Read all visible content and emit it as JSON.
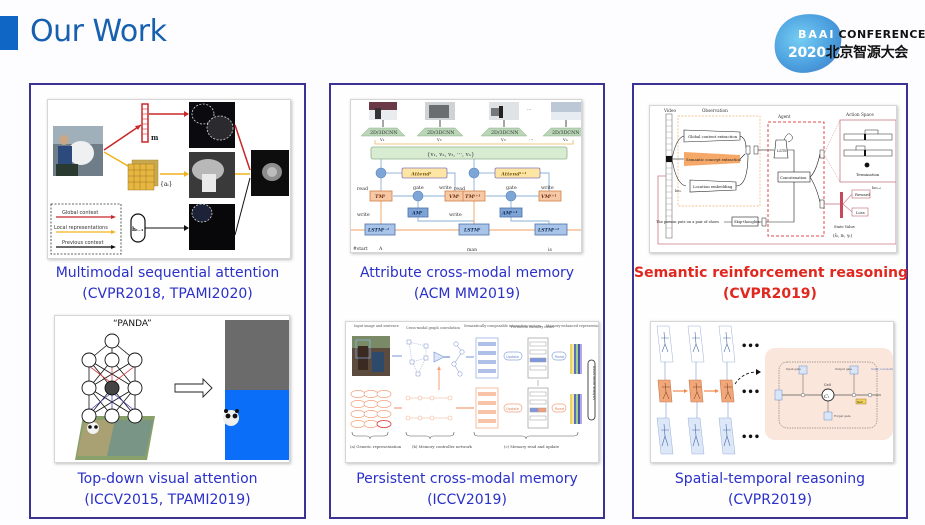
{
  "header": {
    "title": "Our Work",
    "accent_color": "#0f66c4"
  },
  "logo": {
    "brand": "BAAI",
    "conference": "CONFERENCE",
    "year": "2020",
    "chinese_name": "北京智源大会"
  },
  "works": [
    {
      "title": "Multimodal sequential attention",
      "venue": "(CVPR2018, TPAMI2020)",
      "highlighted": false,
      "figure": {
        "symbols": {
          "m": "m",
          "a": "{aᵢ}",
          "h": "hₜ₋₁"
        },
        "legend": [
          "Global context",
          "Local representations",
          "Previous context"
        ]
      }
    },
    {
      "title": "Top-down visual attention",
      "venue": "(ICCV2015, TPAMI2019)",
      "highlighted": false,
      "figure": {
        "label": "“PANDA”"
      }
    },
    {
      "title": "Attribute cross-modal memory",
      "venue": "(ACM MM2019)",
      "highlighted": false,
      "figure": {
        "cnn_label": "2D/3DCNN",
        "features": [
          "v₁",
          "v₂",
          "v₃",
          "vₙ"
        ],
        "feature_set": "{v₁,  v₂,  v₃,   ···,   vₙ}",
        "ellipsis": "···",
        "attend": [
          "Attendᵗ",
          "Attendᵗ⁺¹"
        ],
        "tm": [
          "TMᵗ",
          "TMᵗ⁺¹"
        ],
        "vm": [
          "VMᵗ",
          "VMᵗ⁺¹"
        ],
        "am": [
          "AMᵗ",
          "AMᵗ⁺¹"
        ],
        "lstm": [
          "LSTMᵗ⁻¹",
          "LSTMᵗ",
          "LSTMᵗ⁺¹"
        ],
        "ops": {
          "read": "read",
          "gate": "gate",
          "write": "write"
        },
        "words": [
          "#start",
          "A",
          "man",
          "is"
        ]
      }
    },
    {
      "title": "Persistent cross-modal memory",
      "venue": "(ICCV2019)",
      "highlighted": false,
      "figure": {
        "headers": [
          "Input image and sentence",
          "Cross-modal graph convolution",
          "Semantically-composable interactive vectors",
          "Persistent memory items",
          "Memory-enhanced representations"
        ],
        "ops": [
          "Update",
          "Read"
        ],
        "side_label": "Association analysis",
        "sections": [
          "(a) Generic representation",
          "(b) Memory controller network",
          "(c) Memory read and update"
        ]
      }
    },
    {
      "title": "Semantic reinforcement reasoning",
      "venue": "(CVPR2019)",
      "highlighted": true,
      "figure": {
        "labels": {
          "video": "Video",
          "observation": "Observation",
          "agent": "Agent",
          "action_space": "Action Space",
          "global": "Global content extraction",
          "semantic": "Semantic concept extraction",
          "location": "Location embedding",
          "lstm": "LSTM",
          "concat": "Concatenation",
          "termination": "Termination",
          "reward": "Reward",
          "loss": "Loss",
          "state_value": "State Value",
          "state_tuple": "(ŝₜ, πₜ, γₜ)",
          "sentence": "The person puts on a pair of shoes",
          "skip": "Skip-thoughts",
          "loc_t": "locₜ",
          "loc_t1": "locₜ₊₁"
        }
      }
    },
    {
      "title": "Spatial-temporal reasoning",
      "venue": "(CVPR2019)",
      "highlighted": false,
      "figure": {
        "ellipsis": "•••",
        "cell_labels": {
          "cell": "Cell",
          "ct": "Cₜ",
          "input_gate": "Input gate",
          "output_gate": "Output gate",
          "forget_gate": "Forget gate",
          "tanh": "tanh",
          "graph": "Graph convolution"
        }
      }
    }
  ]
}
